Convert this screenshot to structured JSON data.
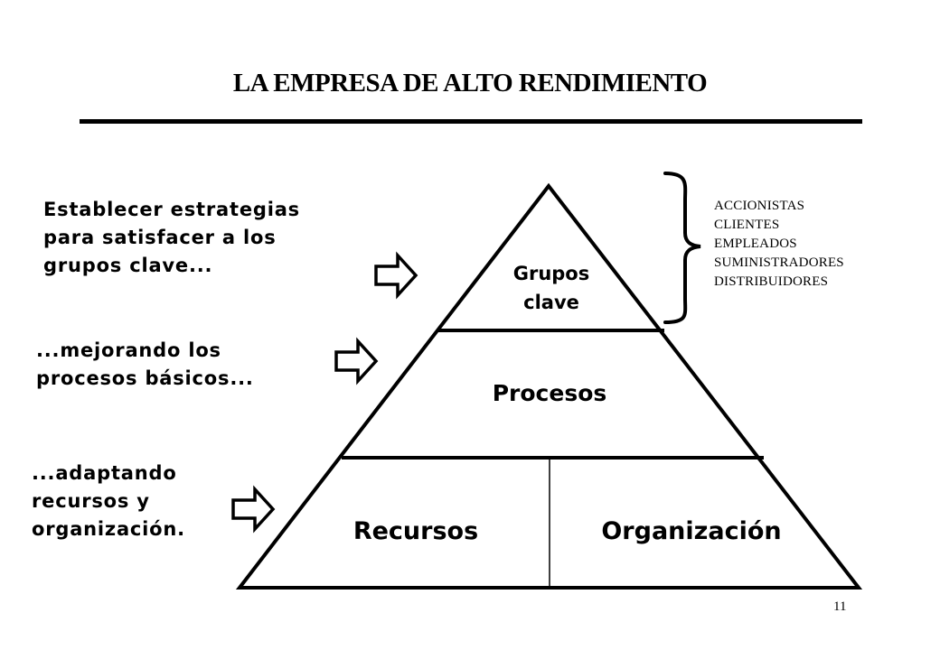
{
  "title": "LA EMPRESA DE ALTO RENDIMIENTO",
  "statements": [
    {
      "lines": [
        "Establecer estrategias",
        "para satisfacer a los",
        "grupos clave..."
      ]
    },
    {
      "lines": [
        "...mejorando los",
        "procesos básicos..."
      ]
    },
    {
      "lines": [
        "...adaptando",
        "recursos y",
        "organización."
      ]
    }
  ],
  "pyramid": {
    "top_lines": [
      "Grupos",
      "clave"
    ],
    "middle": "Procesos",
    "bottom_left": "Recursos",
    "bottom_right": "Organización"
  },
  "stakeholders": [
    "ACCIONISTAS",
    "CLIENTES",
    "EMPLEADOS",
    "SUMINISTRADORES",
    "DISTRIBUIDORES"
  ],
  "page_number": "11"
}
